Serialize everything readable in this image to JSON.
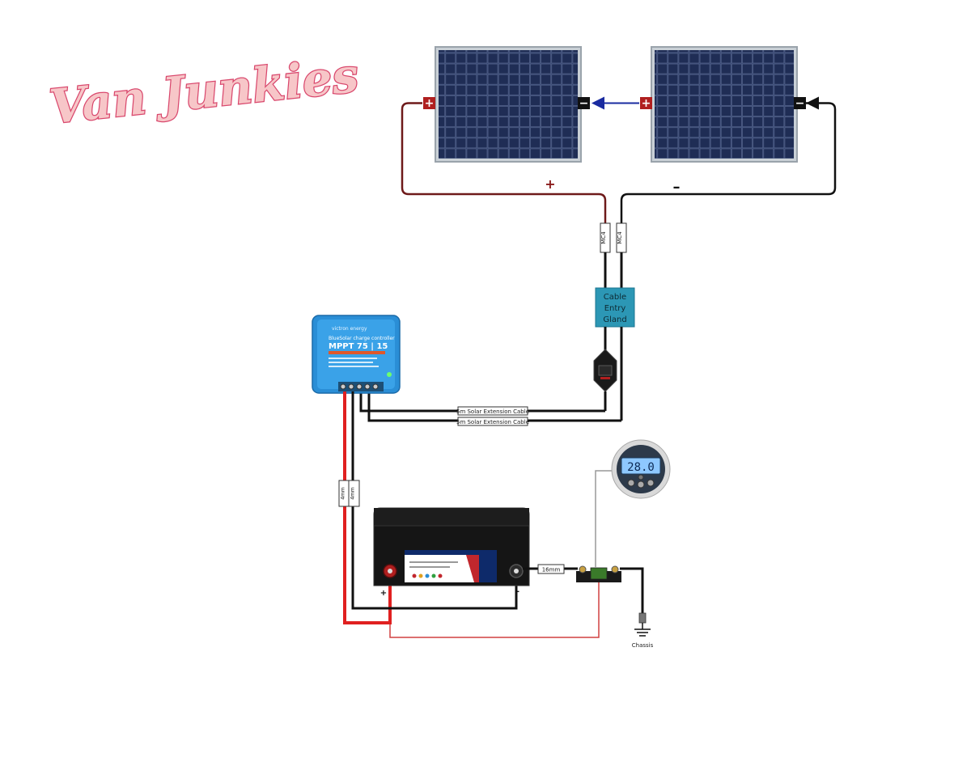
{
  "brand": {
    "logo_text": "Van Junkies"
  },
  "panels": {
    "left_pos": "+",
    "left_neg": "−",
    "right_pos": "+",
    "right_neg": "−"
  },
  "string_wires": {
    "pos_label": "+",
    "neg_label": "–"
  },
  "connectors": {
    "left": "MC4",
    "right": "MC4"
  },
  "gland": {
    "line1": "Cable",
    "line2": "Entry",
    "line3": "Gland"
  },
  "controller": {
    "brand": "victron energy",
    "series": "BlueSolar charge controller",
    "model": "MPPT 75 | 15"
  },
  "extension_cables": {
    "top": "5m Solar Extension Cable",
    "bottom": "5m Solar Extension Cable"
  },
  "battery_wires": {
    "pos_size": "4mm",
    "neg_size": "4mm"
  },
  "battery": {
    "pos_symbol": "+",
    "neg_symbol": "-"
  },
  "shunt_wire": {
    "size": "16mm"
  },
  "monitor": {
    "display_value": "28.0"
  },
  "ground": {
    "label": "Chassis"
  },
  "colors": {
    "red_wire": "#e02020",
    "black_wire": "#111111",
    "panel_cell": "#24345c",
    "gland": "#2c97b5",
    "controller": "#2a8ed6",
    "logo_fill": "#f7c6c8",
    "logo_stroke": "#d9486d"
  }
}
